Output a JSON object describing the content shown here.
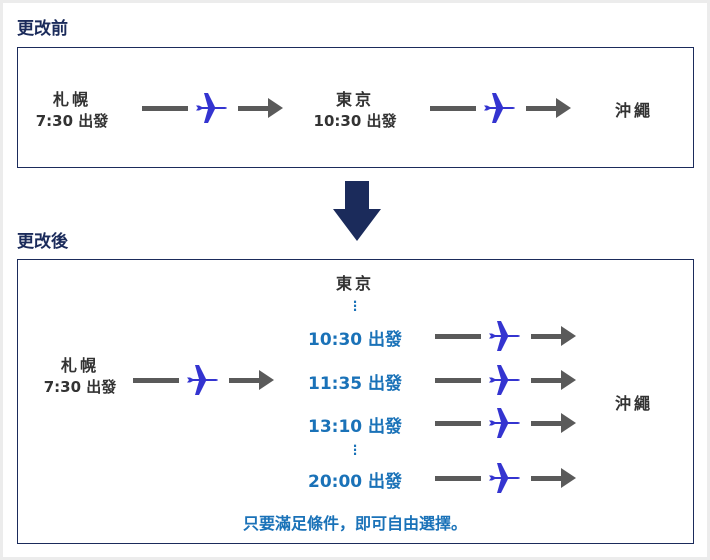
{
  "before": {
    "title": "更改前",
    "origin": {
      "city": "札幌",
      "time": "7:30 出發"
    },
    "transfer": {
      "city": "東京",
      "time": "10:30 出發"
    },
    "destination": {
      "city": "沖繩"
    }
  },
  "after": {
    "title": "更改後",
    "origin": {
      "city": "札幌",
      "time": "7:30 出發"
    },
    "transfer": {
      "city": "東京"
    },
    "departures": [
      "10:30 出發",
      "11:35 出發",
      "13:10 出發",
      "20:00 出發"
    ],
    "destination": {
      "city": "沖繩"
    },
    "note": "只要滿足條件，即可自由選擇。"
  },
  "colors": {
    "navy": "#1b2b5b",
    "blue": "#1a72b8",
    "plane": "#3434d0",
    "arrow": "#5a5a5a"
  }
}
